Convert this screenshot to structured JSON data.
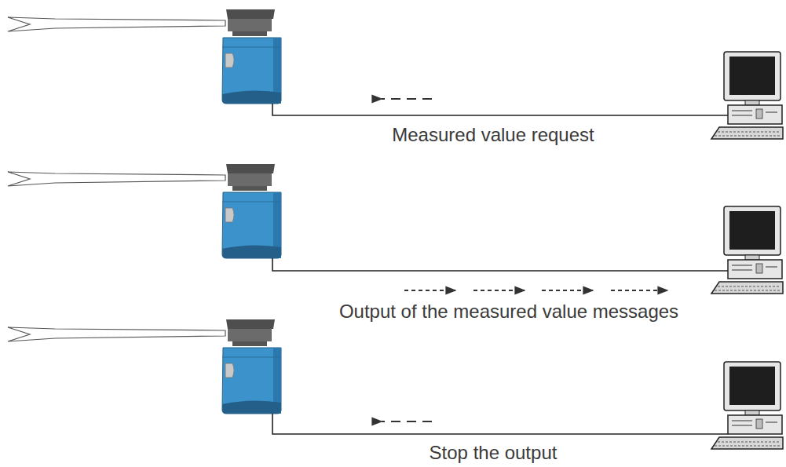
{
  "diagram": {
    "labels": [
      "Measured value request",
      "Output of the measured value messages",
      "Stop the output"
    ]
  }
}
